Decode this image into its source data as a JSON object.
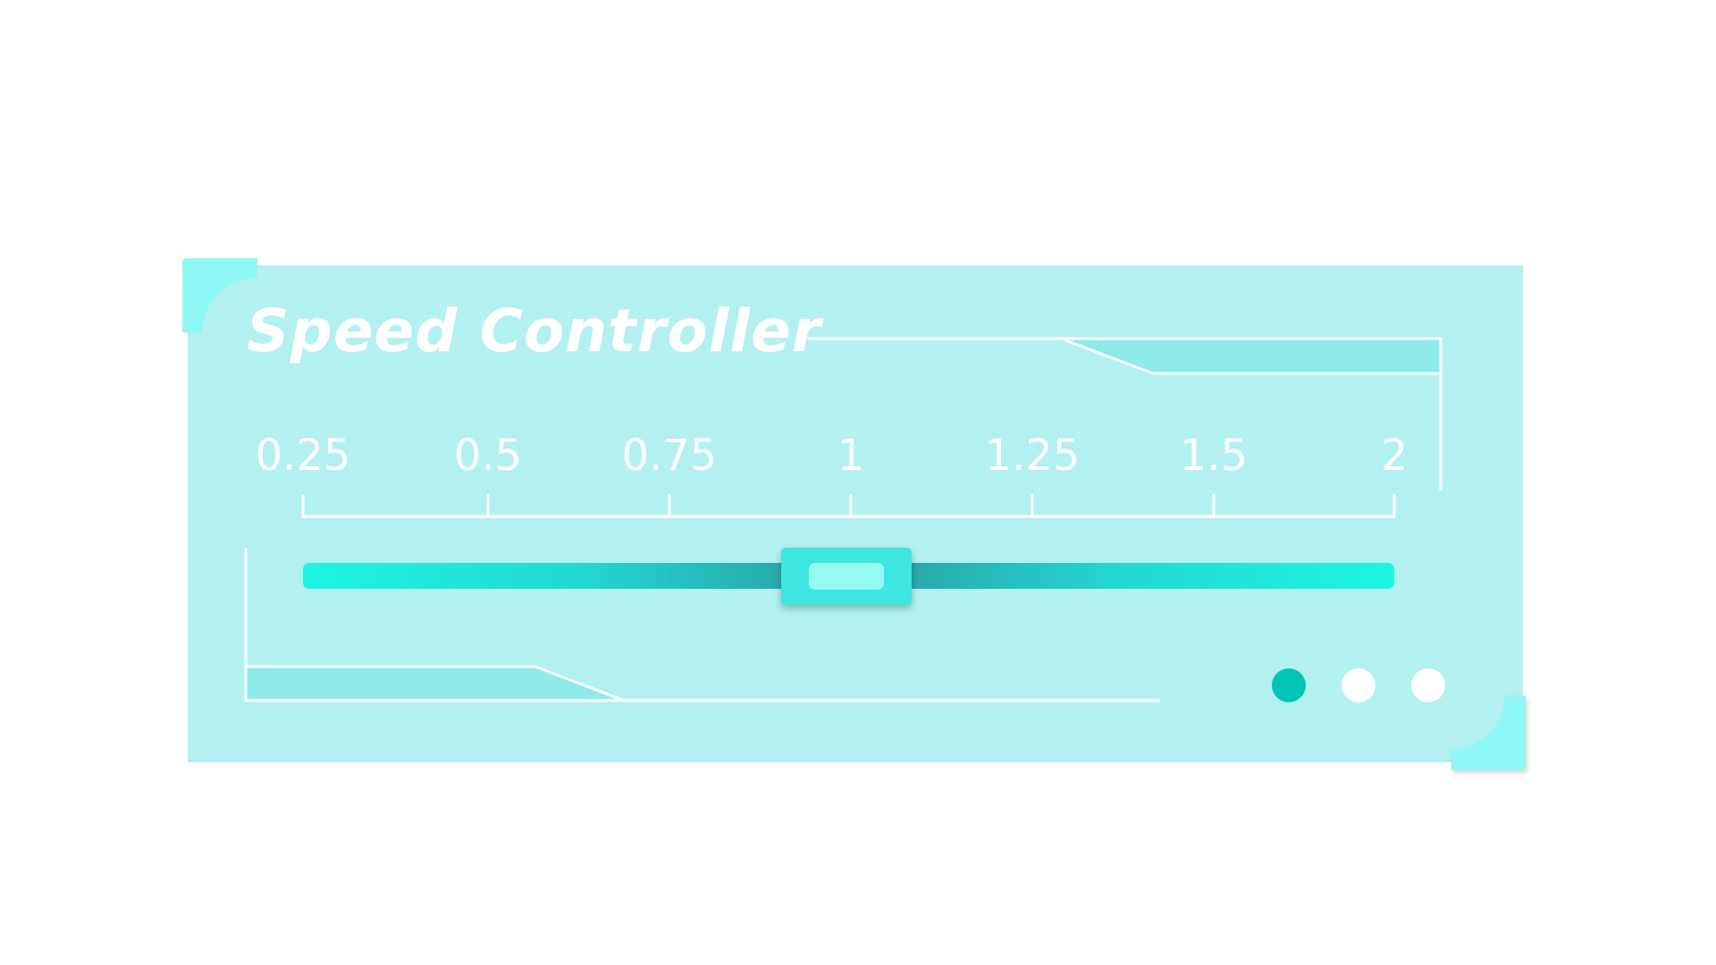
{
  "title": "Speed Controller",
  "speed_scale": {
    "labels": [
      "0.25",
      "0.5",
      "0.75",
      "1",
      "1.25",
      "1.5",
      "2"
    ],
    "selected": "1"
  },
  "page_dots": {
    "count": 3,
    "active_index": 0
  },
  "colors": {
    "panel": "#b3f0f0",
    "accent": "#1ef5e2",
    "thumb": "#3de6de",
    "active_dot": "#00c4b4",
    "inactive_dot": "#ffffff"
  }
}
